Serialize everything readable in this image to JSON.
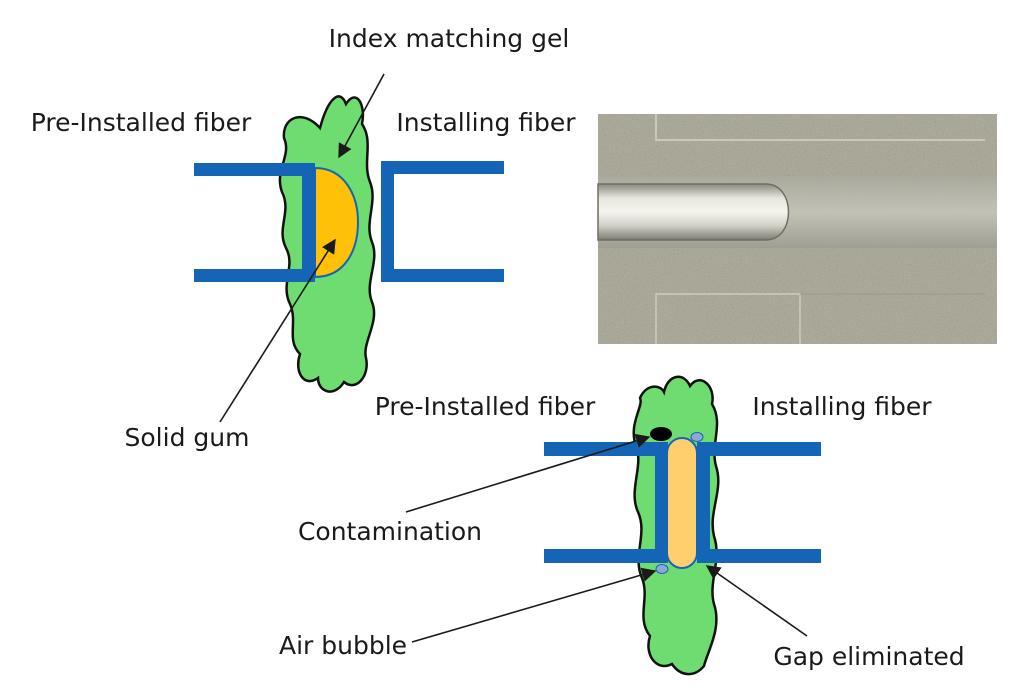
{
  "diagram_top": {
    "gel_label": "Index matching gel",
    "pre_label": "Pre-Installed fiber",
    "inst_label": "Installing fiber",
    "gum_label": "Solid gum"
  },
  "diagram_bottom": {
    "pre_label": "Pre-Installed fiber",
    "inst_label": "Installing fiber",
    "contamination_label": "Contamination",
    "bubble_label": "Air bubble",
    "gap_label": "Gap eliminated"
  },
  "colors": {
    "fiber": "#1565b7",
    "gel": "#6fdc72",
    "gum": "#ffc107",
    "gum_light": "#ffcf6e",
    "bubble": "#8fa6d8",
    "contamination": "#000000"
  },
  "photo": {
    "icon": "micrograph-fiber-photo"
  }
}
